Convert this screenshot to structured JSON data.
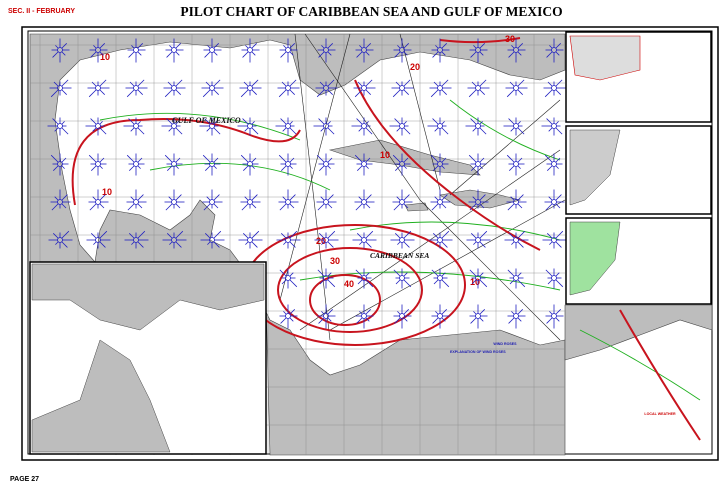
{
  "header": {
    "section": "SEC. II - FEBRUARY",
    "title": "PILOT CHART OF CARIBBEAN SEA AND GULF OF MEXICO",
    "page": "PAGE 27"
  },
  "map": {
    "labels": {
      "gulf": "GULF OF MEXICO",
      "caribbean": "CARIBBEAN SEA"
    },
    "contour_labels": [
      "10",
      "20",
      "30",
      "40",
      "10",
      "10",
      "10",
      "20",
      "30"
    ],
    "text_blocks": {
      "wind_roses_title": "WIND ROSES",
      "explanation_title": "EXPLANATION OF WIND ROSES",
      "local_weather_title": "LOCAL WEATHER"
    }
  },
  "colors": {
    "land": "#b9b9b9",
    "sea": "#ffffff",
    "contour": "#c8141e",
    "wind_rose": "#2020c0",
    "current": "#20b020",
    "text_red": "#c00000"
  }
}
